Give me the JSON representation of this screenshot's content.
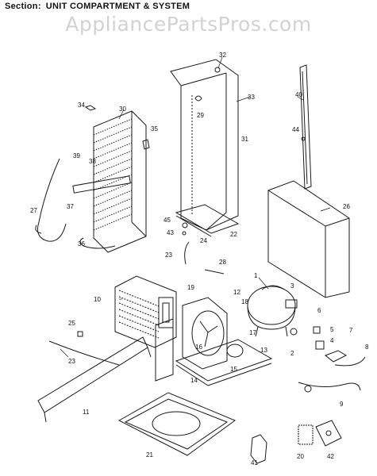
{
  "header": {
    "section_label": "Section:",
    "section_title": "UNIT COMPARTMENT & SYSTEM"
  },
  "watermark": "AppliancePartsPros.com",
  "callouts": [
    "1",
    "2",
    "3",
    "4",
    "5",
    "6",
    "7",
    "8",
    "9",
    "10",
    "11",
    "12",
    "13",
    "14",
    "15",
    "16",
    "17",
    "18",
    "19",
    "20",
    "21",
    "22",
    "23",
    "23",
    "24",
    "25",
    "26",
    "27",
    "28",
    "29",
    "30",
    "31",
    "32",
    "33",
    "34",
    "35",
    "36",
    "37",
    "38",
    "39",
    "40",
    "41",
    "42",
    "43",
    "44",
    "45"
  ],
  "colors": {
    "ink": "#1a1a1a",
    "watermark": "#d2d2d2",
    "background": "#ffffff"
  }
}
